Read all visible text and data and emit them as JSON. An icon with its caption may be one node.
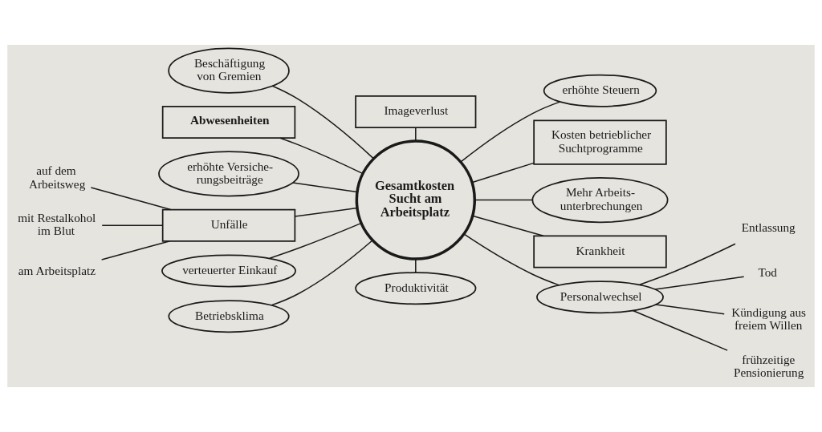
{
  "diagram": {
    "nodes": [
      {
        "text": [
          "Beschäftigung von Gremien"
        ]
      },
      {
        "text": [
          "Imageverlust"
        ]
      },
      {
        "text": [
          "erhöhte Steuern"
        ]
      },
      {
        "text": [
          "Abwesenheiten"
        ]
      },
      {
        "text": [
          "Kosten betrieblicher Suchtprogramme"
        ]
      },
      {
        "text": [
          "erhöhte Versiche- rungsbeiträge"
        ]
      },
      {
        "text": [
          "Gesamtkosten Sucht am Arbeitsplatz"
        ]
      },
      {
        "text": [
          "Mehr Arbeits- unterbrechungen"
        ]
      },
      {
        "text": [
          "Unfälle"
        ]
      },
      {
        "text": [
          "Krankheit"
        ]
      },
      {
        "text": [
          "auf dem Arbeitsweg"
        ]
      },
      {
        "text": [
          "verteuerter Einkauf"
        ]
      },
      {
        "text": [
          "Personalwechsel"
        ]
      },
      {
        "text": [
          "Entlassung"
        ]
      },
      {
        "text": [
          "Tod"
        ]
      },
      {
        "text": [
          "mit Restalkohol im Blut"
        ]
      },
      {
        "text": [
          "am Arbeitsplatz"
        ]
      },
      {
        "text": [
          "Betriebsklima"
        ]
      },
      {
        "text": [
          "Produktivität"
        ]
      },
      {
        "text": [
          "Kündigung aus freiem Willen"
        ]
      },
      {
        "text": [
          "frühzeitige Pensionierung"
        ]
      }
    ],
    "edges": [
      {
        "from": 0,
        "to": 6,
        "arrow": "none"
      },
      {
        "from": 1,
        "to": 6,
        "arrow": "none"
      },
      {
        "from": 6,
        "to": 2,
        "arrow": "none"
      },
      {
        "from": 3,
        "to": 6,
        "arrow": "none"
      },
      {
        "from": 6,
        "to": 4,
        "arrow": "none"
      },
      {
        "from": 5,
        "to": 6,
        "arrow": "none"
      },
      {
        "from": 6,
        "to": 7,
        "arrow": "none"
      },
      {
        "from": 8,
        "to": 6,
        "arrow": "none"
      },
      {
        "from": 6,
        "to": 9,
        "arrow": "none"
      },
      {
        "from": 11,
        "to": 6,
        "arrow": "none"
      },
      {
        "from": 6,
        "to": 12,
        "arrow": "none"
      },
      {
        "from": 17,
        "to": 6,
        "arrow": "none"
      },
      {
        "from": 6,
        "to": 18,
        "arrow": "none"
      },
      {
        "from": 10,
        "to": 8,
        "arrow": "none"
      },
      {
        "from": 15,
        "to": 8,
        "arrow": "none"
      },
      {
        "from": 16,
        "to": 8,
        "arrow": "none"
      },
      {
        "from": 12,
        "to": 13,
        "arrow": "none"
      },
      {
        "from": 12,
        "to": 14,
        "arrow": "none"
      },
      {
        "from": 12,
        "to": 19,
        "arrow": "none"
      },
      {
        "from": 12,
        "to": 20,
        "arrow": "none"
      }
    ]
  }
}
